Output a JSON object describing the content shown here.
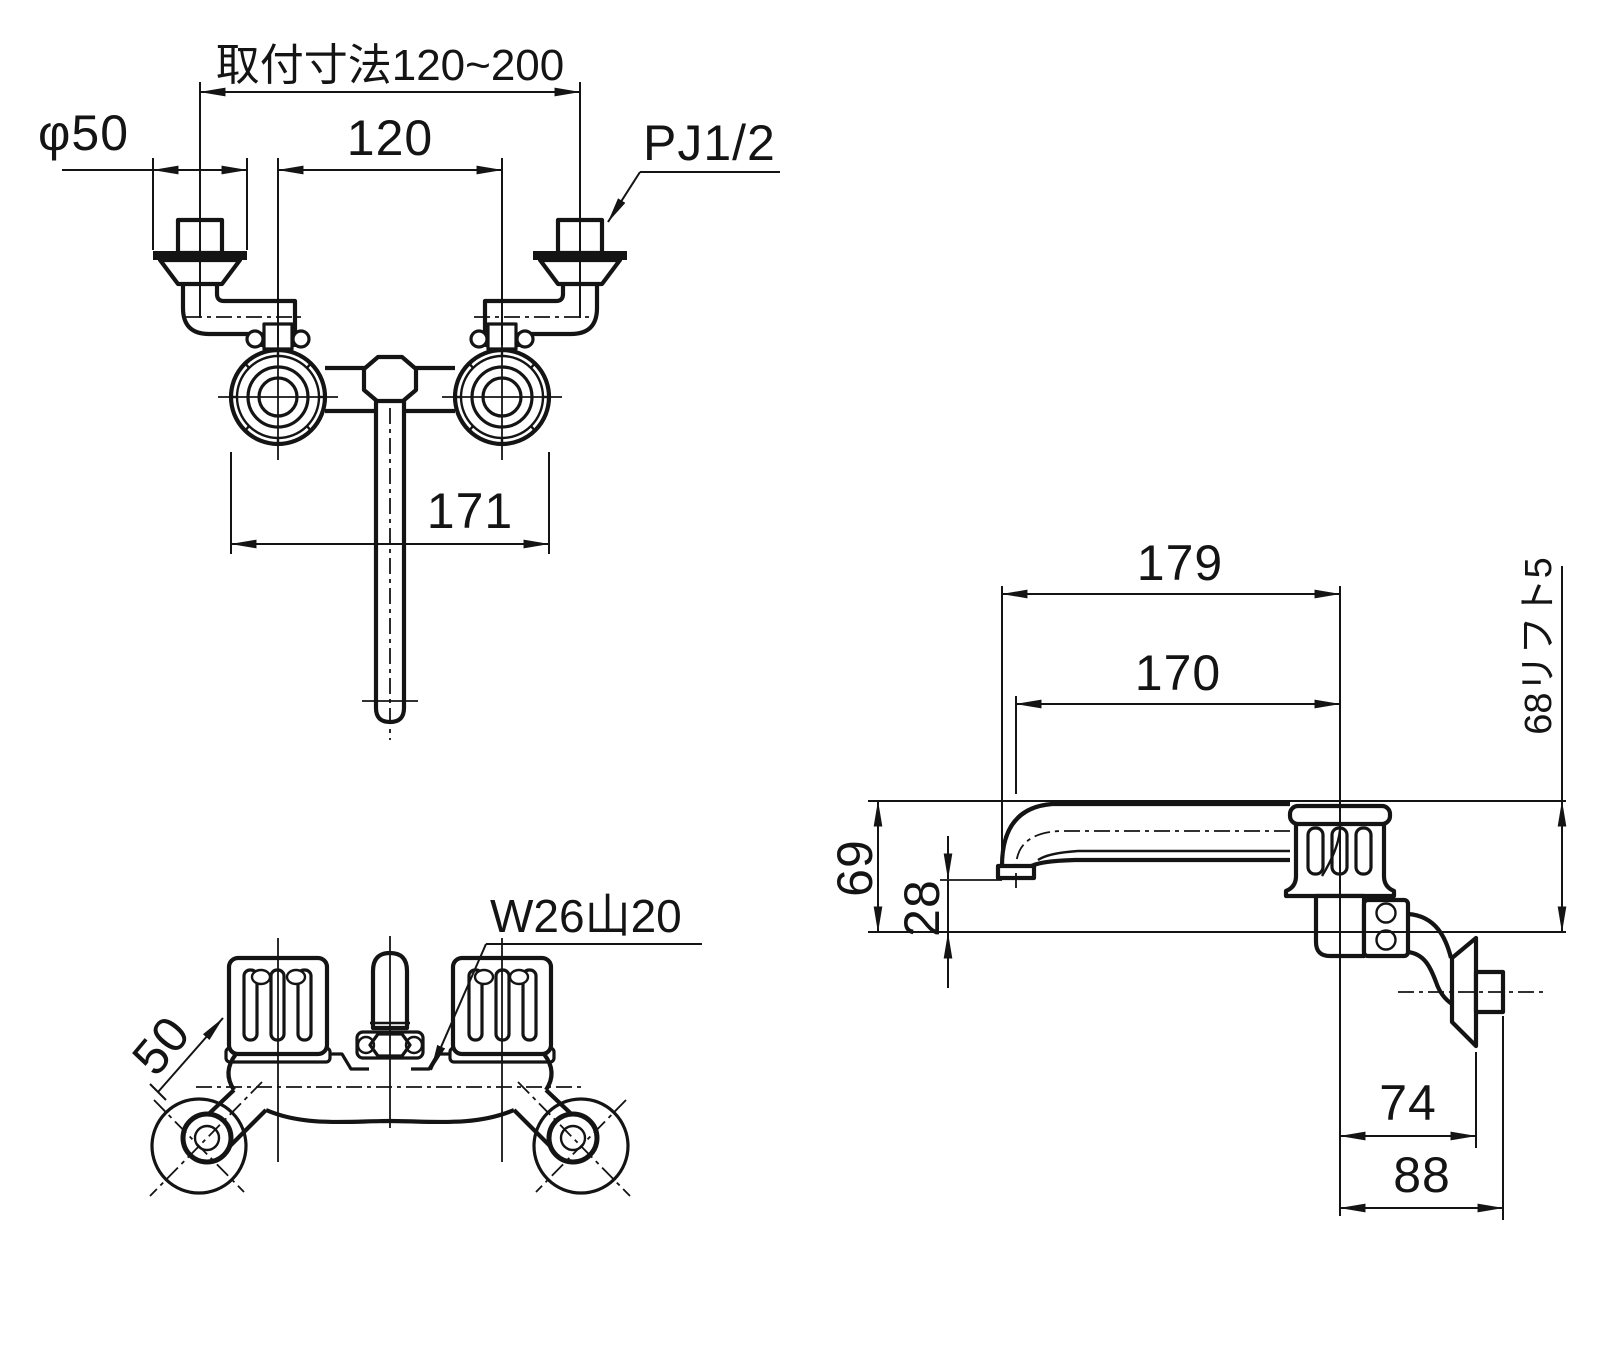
{
  "labels": {
    "mounting_pitch": "取付寸法120~200",
    "flange_dia": "φ50",
    "pitch": "120",
    "inlet_thread": "PJ1/2",
    "body_width": "171",
    "spout_reach_overall": "179",
    "spout_reach": "170",
    "height_lift": "68リフト5",
    "spout_height": "69",
    "outlet_height": "28",
    "wall_to_center": "74",
    "wall_overall": "88",
    "spout_nut_thread": "W26山20",
    "handle_dia": "50"
  },
  "colors": {
    "line": "#141414",
    "background": "#ffffff"
  }
}
